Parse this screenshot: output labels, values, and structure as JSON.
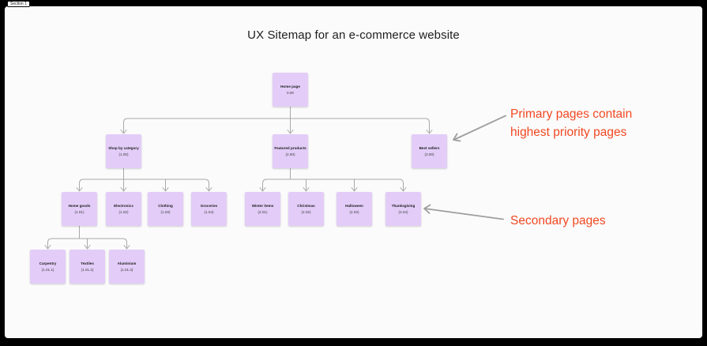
{
  "section": {
    "label": "Section 1"
  },
  "title": "UX Sitemap for an e-commerce website",
  "nodes": [
    {
      "label": "Home page",
      "code": "0.00"
    },
    {
      "label": "Shop by category",
      "code": "(1.00)"
    },
    {
      "label": "Featured products",
      "code": "(2.00)"
    },
    {
      "label": "Best sellers",
      "code": "(3.00)"
    },
    {
      "label": "Home goods",
      "code": "(1.01)"
    },
    {
      "label": "Electronics",
      "code": "(1.02)"
    },
    {
      "label": "Clothing",
      "code": "(1.03)"
    },
    {
      "label": "Groceries",
      "code": "(1.04)"
    },
    {
      "label": "Winter items",
      "code": "(2.01)"
    },
    {
      "label": "Christmas",
      "code": "(2.02)"
    },
    {
      "label": "Halloween",
      "code": "(2.03)"
    },
    {
      "label": "Thanksgiving",
      "code": "(2.04)"
    },
    {
      "label": "Carpentry",
      "code": "(1.01.1)"
    },
    {
      "label": "Textiles",
      "code": "(1.01.2)"
    },
    {
      "label": "Aluminium",
      "code": "(1.01.3)"
    }
  ],
  "annotations": {
    "primary": {
      "text": "Primary pages contain highest priority pages"
    },
    "secondary": {
      "text": "Secondary pages"
    }
  },
  "colors": {
    "canvas_background": "#fbfbfb",
    "frame_border": "#0a0a0a",
    "node_fill": "#e3cdf8",
    "node_text": "#1e1e1e",
    "connector": "#a8a8a8",
    "annotation_text": "#f24822",
    "annotation_arrow": "#9e9e9e"
  }
}
